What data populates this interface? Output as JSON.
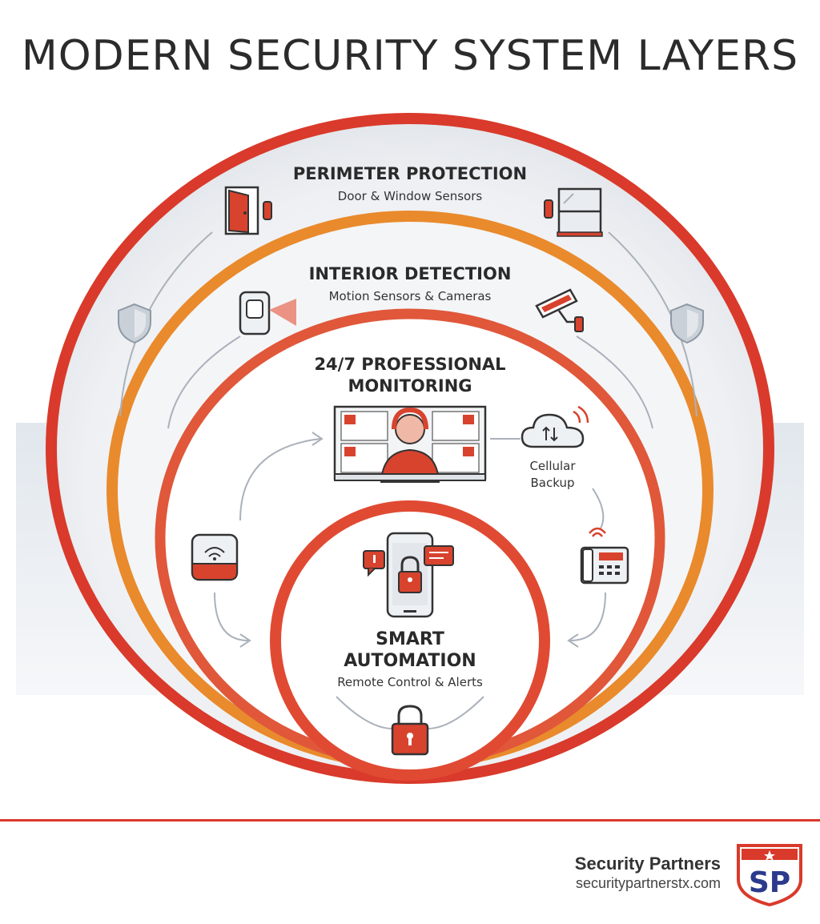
{
  "title": "MODERN SECURITY SYSTEM LAYERS",
  "layers": {
    "perimeter": {
      "title": "PERIMETER PROTECTION",
      "subtitle": "Door & Window Sensors"
    },
    "interior": {
      "title": "INTERIOR DETECTION",
      "subtitle": "Motion Sensors & Cameras"
    },
    "monitoring": {
      "title_line1": "24/7 PROFESSIONAL",
      "title_line2": "MONITORING",
      "cellular_line1": "Cellular",
      "cellular_line2": "Backup"
    },
    "automation": {
      "title_line1": "SMART",
      "title_line2": "AUTOMATION",
      "subtitle": "Remote Control & Alerts"
    }
  },
  "colors": {
    "outer_ring": "#d93a2b",
    "interior_ring": "#e98a2c",
    "monitoring_ring": "#e0573a",
    "core_ring": "#e04a33",
    "icon_accent": "#d8432e"
  },
  "icons": [
    "door-icon",
    "window-icon",
    "shield-icon",
    "motion-sensor-icon",
    "security-camera-icon",
    "operator-monitor-icon",
    "cloud-icon",
    "wifi-hub-icon",
    "phone-icon",
    "smartphone-lock-icon",
    "padlock-icon"
  ],
  "footer": {
    "brand": "Security Partners",
    "url": "securitypartnerstx.com",
    "logo_letters": "SP"
  }
}
